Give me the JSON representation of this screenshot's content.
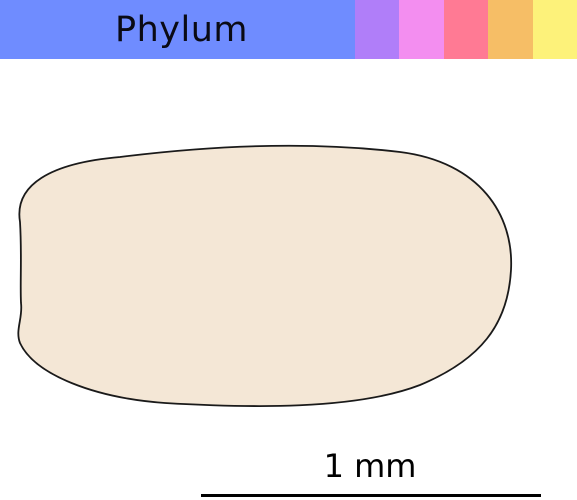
{
  "header": {
    "rank_label": "Phylum",
    "main_color": "#6f8cff",
    "swatches": [
      {
        "name": "purple",
        "color": "#b07ef9"
      },
      {
        "name": "pink",
        "color": "#f38ef0"
      },
      {
        "name": "rose",
        "color": "#ff7a94"
      },
      {
        "name": "orange",
        "color": "#f6be66"
      },
      {
        "name": "yellow",
        "color": "#fdf27a"
      }
    ]
  },
  "specimen": {
    "shape": "seed-outline",
    "fill": "#f4e7d6",
    "stroke": "#1a1a1a"
  },
  "scale": {
    "label": "1 mm"
  }
}
